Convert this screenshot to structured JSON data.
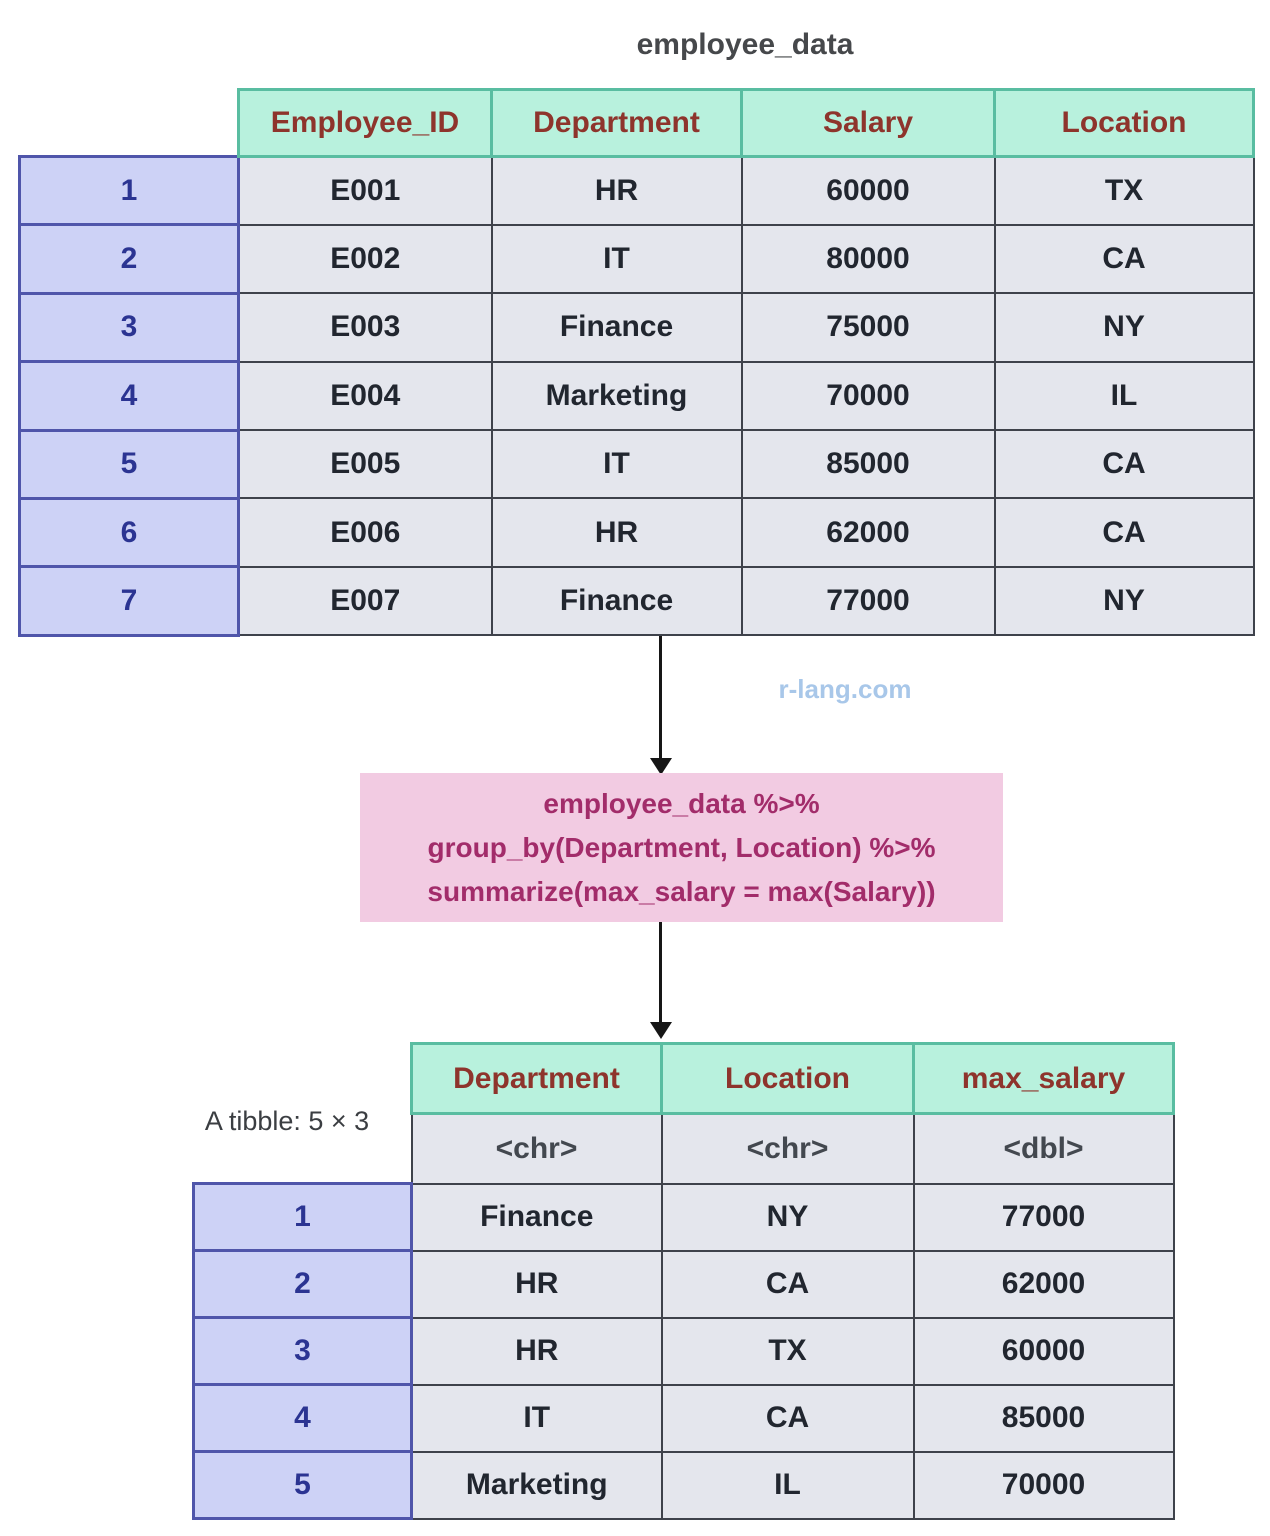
{
  "title": "employee_data",
  "watermark": "r-lang.com",
  "code_box": {
    "lines": [
      "employee_data %>%",
      "group_by(Department, Location) %>%",
      "summarize(max_salary = max(Salary))"
    ]
  },
  "source_table": {
    "columns": [
      "Employee_ID",
      "Department",
      "Salary",
      "Location"
    ],
    "rows": [
      {
        "num": "1",
        "cells": [
          "E001",
          "HR",
          "60000",
          "TX"
        ]
      },
      {
        "num": "2",
        "cells": [
          "E002",
          "IT",
          "80000",
          "CA"
        ]
      },
      {
        "num": "3",
        "cells": [
          "E003",
          "Finance",
          "75000",
          "NY"
        ]
      },
      {
        "num": "4",
        "cells": [
          "E004",
          "Marketing",
          "70000",
          "IL"
        ]
      },
      {
        "num": "5",
        "cells": [
          "E005",
          "IT",
          "85000",
          "CA"
        ]
      },
      {
        "num": "6",
        "cells": [
          "E006",
          "HR",
          "62000",
          "CA"
        ]
      },
      {
        "num": "7",
        "cells": [
          "E007",
          "Finance",
          "77000",
          "NY"
        ]
      }
    ]
  },
  "result_table": {
    "label": "A tibble: 5 × 3",
    "columns": [
      "Department",
      "Location",
      "max_salary"
    ],
    "types": [
      "<chr>",
      "<chr>",
      "<dbl>"
    ],
    "rows": [
      {
        "num": "1",
        "cells": [
          "Finance",
          "NY",
          "77000"
        ]
      },
      {
        "num": "2",
        "cells": [
          "HR",
          "CA",
          "62000"
        ]
      },
      {
        "num": "3",
        "cells": [
          "HR",
          "TX",
          "60000"
        ]
      },
      {
        "num": "4",
        "cells": [
          "IT",
          "CA",
          "85000"
        ]
      },
      {
        "num": "5",
        "cells": [
          "Marketing",
          "IL",
          "70000"
        ]
      }
    ]
  },
  "colors": {
    "header_bg": "#b8f1dd",
    "header_border": "#59bda1",
    "header_text": "#8e342c",
    "cell_bg": "#e4e6ed",
    "cell_border": "#3e424b",
    "cell_text": "#21262f",
    "rownum_bg": "#cdd2f6",
    "rownum_border": "#4f55aa",
    "rownum_text": "#2b3492",
    "code_box_bg": "#f2cbe2",
    "code_box_text": "#a22c6a",
    "watermark_text": "#a8c7e9",
    "arrow": "#161616"
  }
}
